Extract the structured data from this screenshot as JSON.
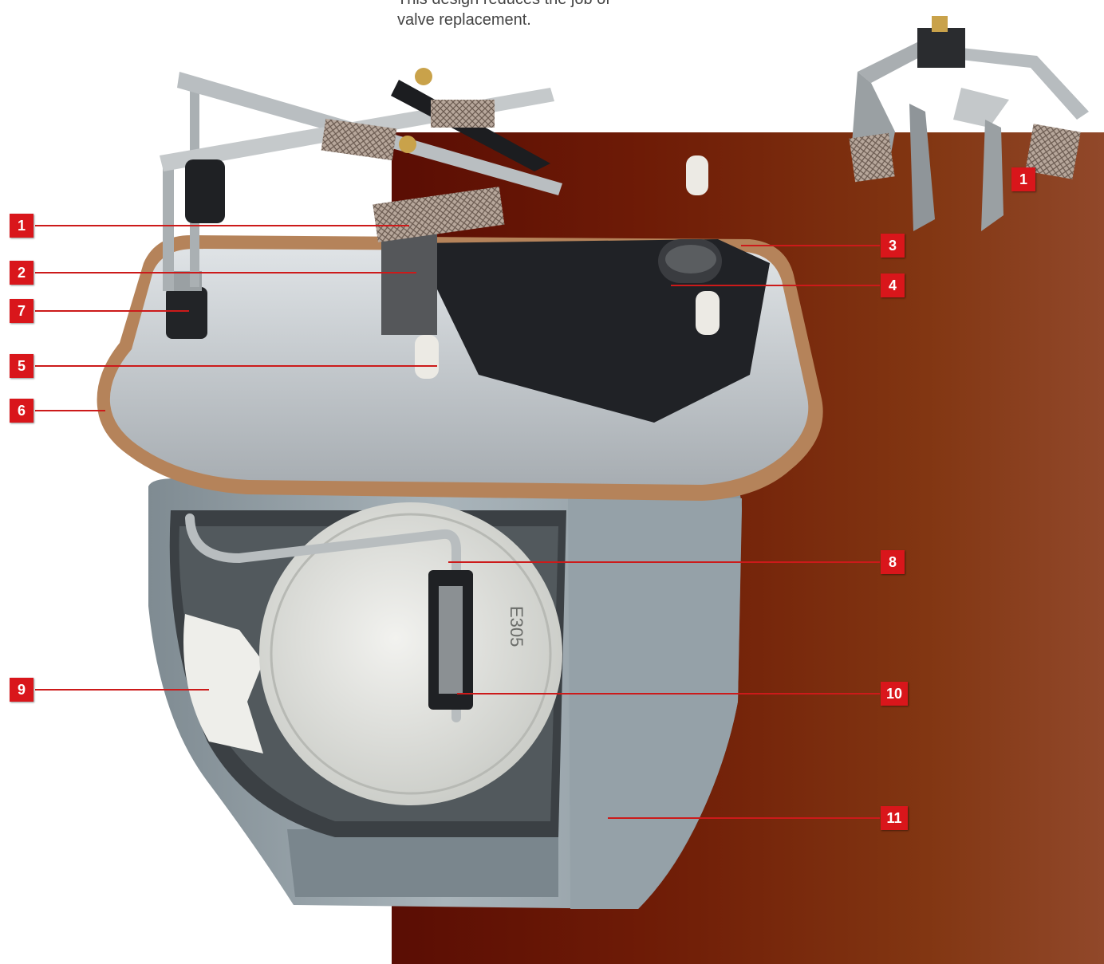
{
  "caption": {
    "line1": "This design reduces the job of",
    "line2": "valve replacement."
  },
  "callouts": [
    {
      "id": "1"
    },
    {
      "id": "2"
    },
    {
      "id": "7"
    },
    {
      "id": "5"
    },
    {
      "id": "6"
    },
    {
      "id": "9"
    },
    {
      "id": "3"
    },
    {
      "id": "4"
    },
    {
      "id": "8"
    },
    {
      "id": "10"
    },
    {
      "id": "11"
    }
  ],
  "inset": {
    "id": "1"
  },
  "housing_stamp": "E305",
  "colors": {
    "badge": "#d9161b",
    "leader": "#cc1a1a",
    "backdrop_dark": "#5a0d04",
    "backdrop_light": "#91482a",
    "housing": "#9aa6ad",
    "gasket": "#b5835a"
  }
}
